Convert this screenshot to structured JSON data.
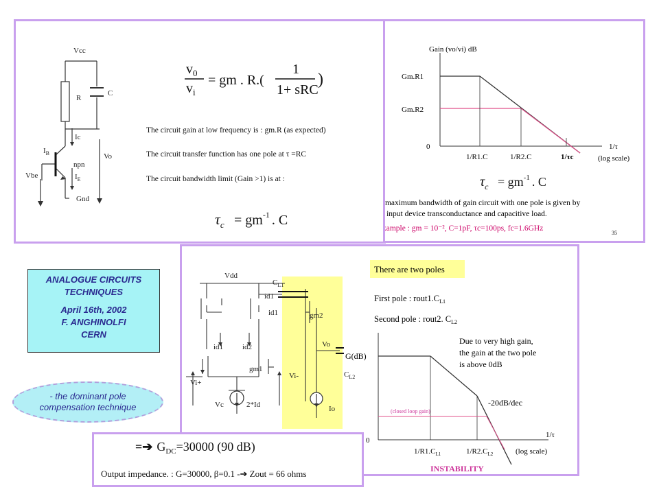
{
  "panel1": {
    "circuit": {
      "vcc": "Vcc",
      "r": "R",
      "c": "C",
      "ic": "Ic",
      "ib": "I",
      "ib_sub": "B",
      "npn": "npn",
      "vo": "Vo",
      "vbe": "Vbe",
      "ie": "I",
      "ie_sub": "E",
      "gnd": "Gnd"
    },
    "formula_top": {
      "num": "v",
      "num_sub": "0",
      "den": "v",
      "den_sub": "i",
      "rhs": "= gm . R.(",
      "frac_num": "1",
      "frac_den": "1+ sRC",
      "close": ")"
    },
    "statements": [
      "The circuit gain at low frequency is : gm.R (as expected)",
      "The circuit transfer function has one pole at τ =RC",
      "The circuit bandwidth limit (Gain >1) is at :"
    ],
    "formula_bottom": {
      "tau": "τ",
      "sub": "c",
      "eq": "= gm",
      "exp": "-1",
      "tail": ". C"
    }
  },
  "panel2": {
    "axis": {
      "y_title": "Gain (vo/vi) dB",
      "x_title": "1/τ",
      "x_scale": "(log scale)",
      "origin": "0"
    },
    "y_ticks": [
      "Gm.R1",
      "Gm.R2"
    ],
    "x_ticks": [
      "1/R1.C",
      "1/R2.C",
      "1/τc"
    ],
    "formula": {
      "tau": "τ",
      "sub": "c",
      "eq": "= gm",
      "exp": "-1",
      "tail": ". C"
    },
    "caption_1": "e maximum bandwidth of gain circuit with one pole is given by",
    "caption_2": ": input device transconductance and capacitive load.",
    "example": "xample : gm = 10⁻², C=1pF, τc=100ps, fc=1.6GHz",
    "page_number": "35"
  },
  "panel3": {
    "circuit": {
      "vdd": "Vdd",
      "cl1": "C",
      "cl1_sub": "L1",
      "id1a": "id1",
      "gm2": "gm2",
      "id1b": "id1",
      "id2": "id2",
      "gm1": "gm1",
      "vip": "Vi+",
      "vim": "Vi-",
      "vc": "Vc",
      "bias": "2*Id",
      "vo": "Vo",
      "cl2": "C",
      "cl2_sub": "L2",
      "io": "Io"
    },
    "highlight": "There are two poles",
    "first_pole": "First pole : rout1.C",
    "first_pole_sub": "L1",
    "second_pole": "Second pole : rout2. C",
    "second_pole_sub": "L2",
    "note": [
      "Due to very high gain,",
      "the gain at the two pole",
      "is above 0dB"
    ],
    "graph": {
      "y_title": "G(dB)",
      "slope": "-20dB/dec",
      "loop_label": "(closed loop gain)",
      "origin": "0",
      "x_title": "1/τ",
      "x_scale": "(log scale)",
      "x_ticks": [
        {
          "main": "1/R1.C",
          "sub": "L1"
        },
        {
          "main": "1/R2.C",
          "sub": "L2"
        }
      ]
    },
    "instability": "INSTABILITY"
  },
  "panel4": {
    "arrow": "=➔",
    "gdc": "G",
    "gdc_sub": "DC",
    "gdc_value": "=30000 (90 dB)",
    "impedance": "Output impedance. : G=30000, β=0.1 -➔ Zout = 66 ohms"
  },
  "info_box": {
    "line1": "ANALOGUE CIRCUITS",
    "line2": "TECHNIQUES",
    "line3": "April 16th, 2002",
    "line4": "F.  ANGHINOLFI",
    "line5": "CERN"
  },
  "oval": {
    "line1": "- the dominant pole",
    "line2": "compensation technique"
  },
  "colors": {
    "border": "#c9a0ee",
    "highlight": "#ffff99",
    "pink_line": "#e0508a",
    "instability": "#cc3399",
    "example": "#cc0066",
    "info_bg": "#a6f3f6",
    "info_text": "#2a2a90"
  }
}
